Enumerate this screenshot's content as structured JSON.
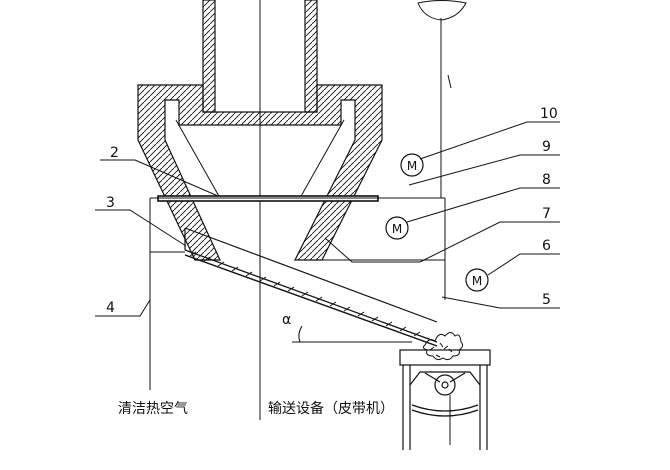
{
  "diagram": {
    "part_numbers": {
      "p2": "2",
      "p3": "3",
      "p4": "4",
      "p5": "5",
      "p6": "6",
      "p7": "7",
      "p8": "8",
      "p9": "9",
      "p10": "10"
    },
    "motor_label": "M",
    "angle_label": "α",
    "captions": {
      "hot_air": "清洁热空气",
      "conveyor": "输送设备（皮带机）"
    }
  },
  "colors": {
    "line": "#111111",
    "background": "#ffffff"
  }
}
